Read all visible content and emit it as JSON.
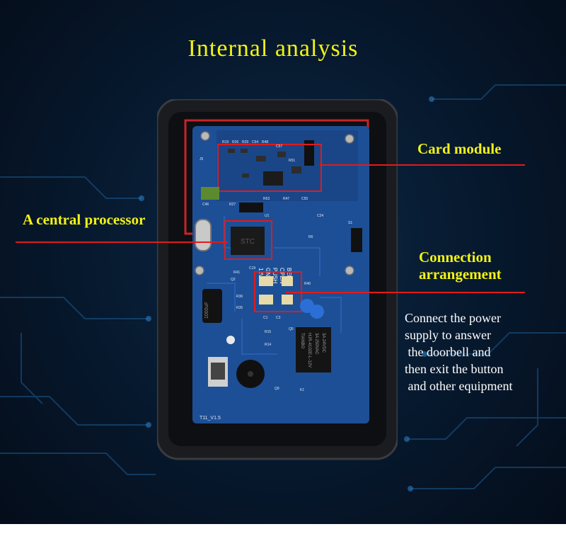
{
  "title": "Internal analysis",
  "labels": {
    "card_module": "Card module",
    "central_processor": "A central processor",
    "connection_line1": "Connection",
    "connection_line2": "arrangement"
  },
  "description": {
    "lines": [
      "Connect the power",
      "supply to answer",
      " the doorbell and",
      "then exit the button",
      " and other equipment"
    ]
  },
  "board": {
    "chip_text": "STC",
    "relay_brand": "TIANBO",
    "relay_model": "HJR-4102E-L-12V",
    "relay_rating": "3A 250VAC",
    "relay_rating2": "3A 24VDC",
    "capacitor_text": "1000uF",
    "version": "T11_V1.5",
    "terminal_labels": [
      "12V",
      "GND",
      "PUSH",
      "OPEN",
      "BELL"
    ],
    "silk_labels": [
      "R19",
      "R26",
      "R29",
      "C54",
      "R48",
      "C57",
      "R51",
      "R53",
      "R47",
      "C55",
      "R27",
      "C46",
      "J5",
      "U1",
      "C24",
      "R6",
      "S1",
      "Q2",
      "R36",
      "R35",
      "R40",
      "R15",
      "R14",
      "Q5",
      "Q9",
      "K1",
      "R41",
      "C19",
      "C1",
      "C3"
    ]
  },
  "colors": {
    "title": "#f3f314",
    "label": "#f3f314",
    "note": "#ffffff",
    "leader": "#e01b1b",
    "pcb": "#1d4f96",
    "case": "#1b1c20"
  }
}
